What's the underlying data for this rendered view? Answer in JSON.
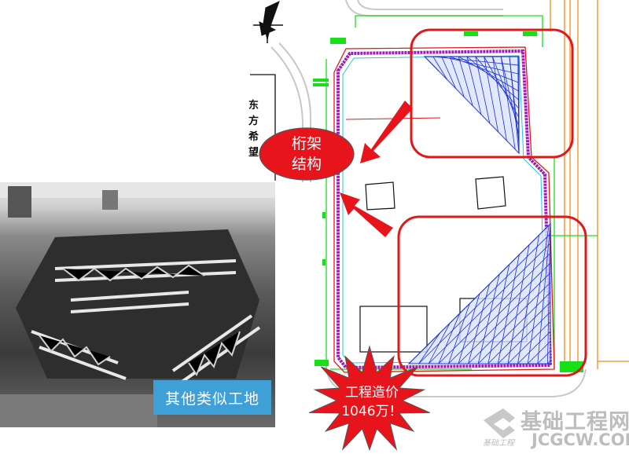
{
  "drawing": {
    "site_label": "东方希望",
    "callout_label": "桁架\n结构"
  },
  "photo": {
    "caption": "其他类似工地"
  },
  "cost_burst": {
    "text": "工程造价\n1046万！"
  },
  "watermark": {
    "name_cn": "基础工程网",
    "name_en": "JCGCW.COM",
    "small": "基础工程"
  },
  "colors": {
    "callout_red": "#e8141b",
    "caption_blue": "#3fa0d8",
    "grid_blue": "#1a2fd6",
    "wall_purple": "#9c1fb0",
    "green": "#18e018",
    "orange": "#f08a1a"
  }
}
